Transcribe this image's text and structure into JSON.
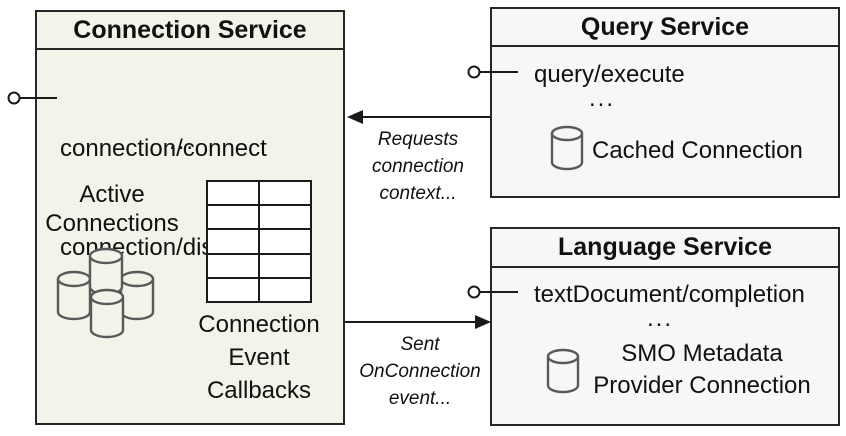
{
  "colors": {
    "connection_fill": "#f1f4e9",
    "service_fill": "#f7f7f7",
    "box_border": "#262626",
    "line_color": "#1a1a1a",
    "cylinder_stroke": "#595959"
  },
  "connection_service": {
    "title": "Connection Service",
    "methods": [
      "connection/connect",
      "connection/disconnect"
    ],
    "ellipsis": "...",
    "active_connections_lines": [
      "Active",
      "Connections"
    ],
    "callbacks_lines": [
      "Connection",
      "Event",
      "Callbacks"
    ],
    "callbacks_table": {
      "rows": 5,
      "cols": 2
    }
  },
  "query_service": {
    "title": "Query Service",
    "methods": [
      "query/execute"
    ],
    "ellipsis": "...",
    "cached_connection_label": "Cached Connection"
  },
  "language_service": {
    "title": "Language Service",
    "methods": [
      "textDocument/completion"
    ],
    "ellipsis": "...",
    "connection_label_lines": [
      "SMO Metadata",
      "Provider Connection"
    ]
  },
  "arrows": {
    "requests_label_lines": [
      "Requests",
      "connection",
      "context..."
    ],
    "sent_label_lines": [
      "Sent",
      "OnConnection",
      "event..."
    ]
  }
}
